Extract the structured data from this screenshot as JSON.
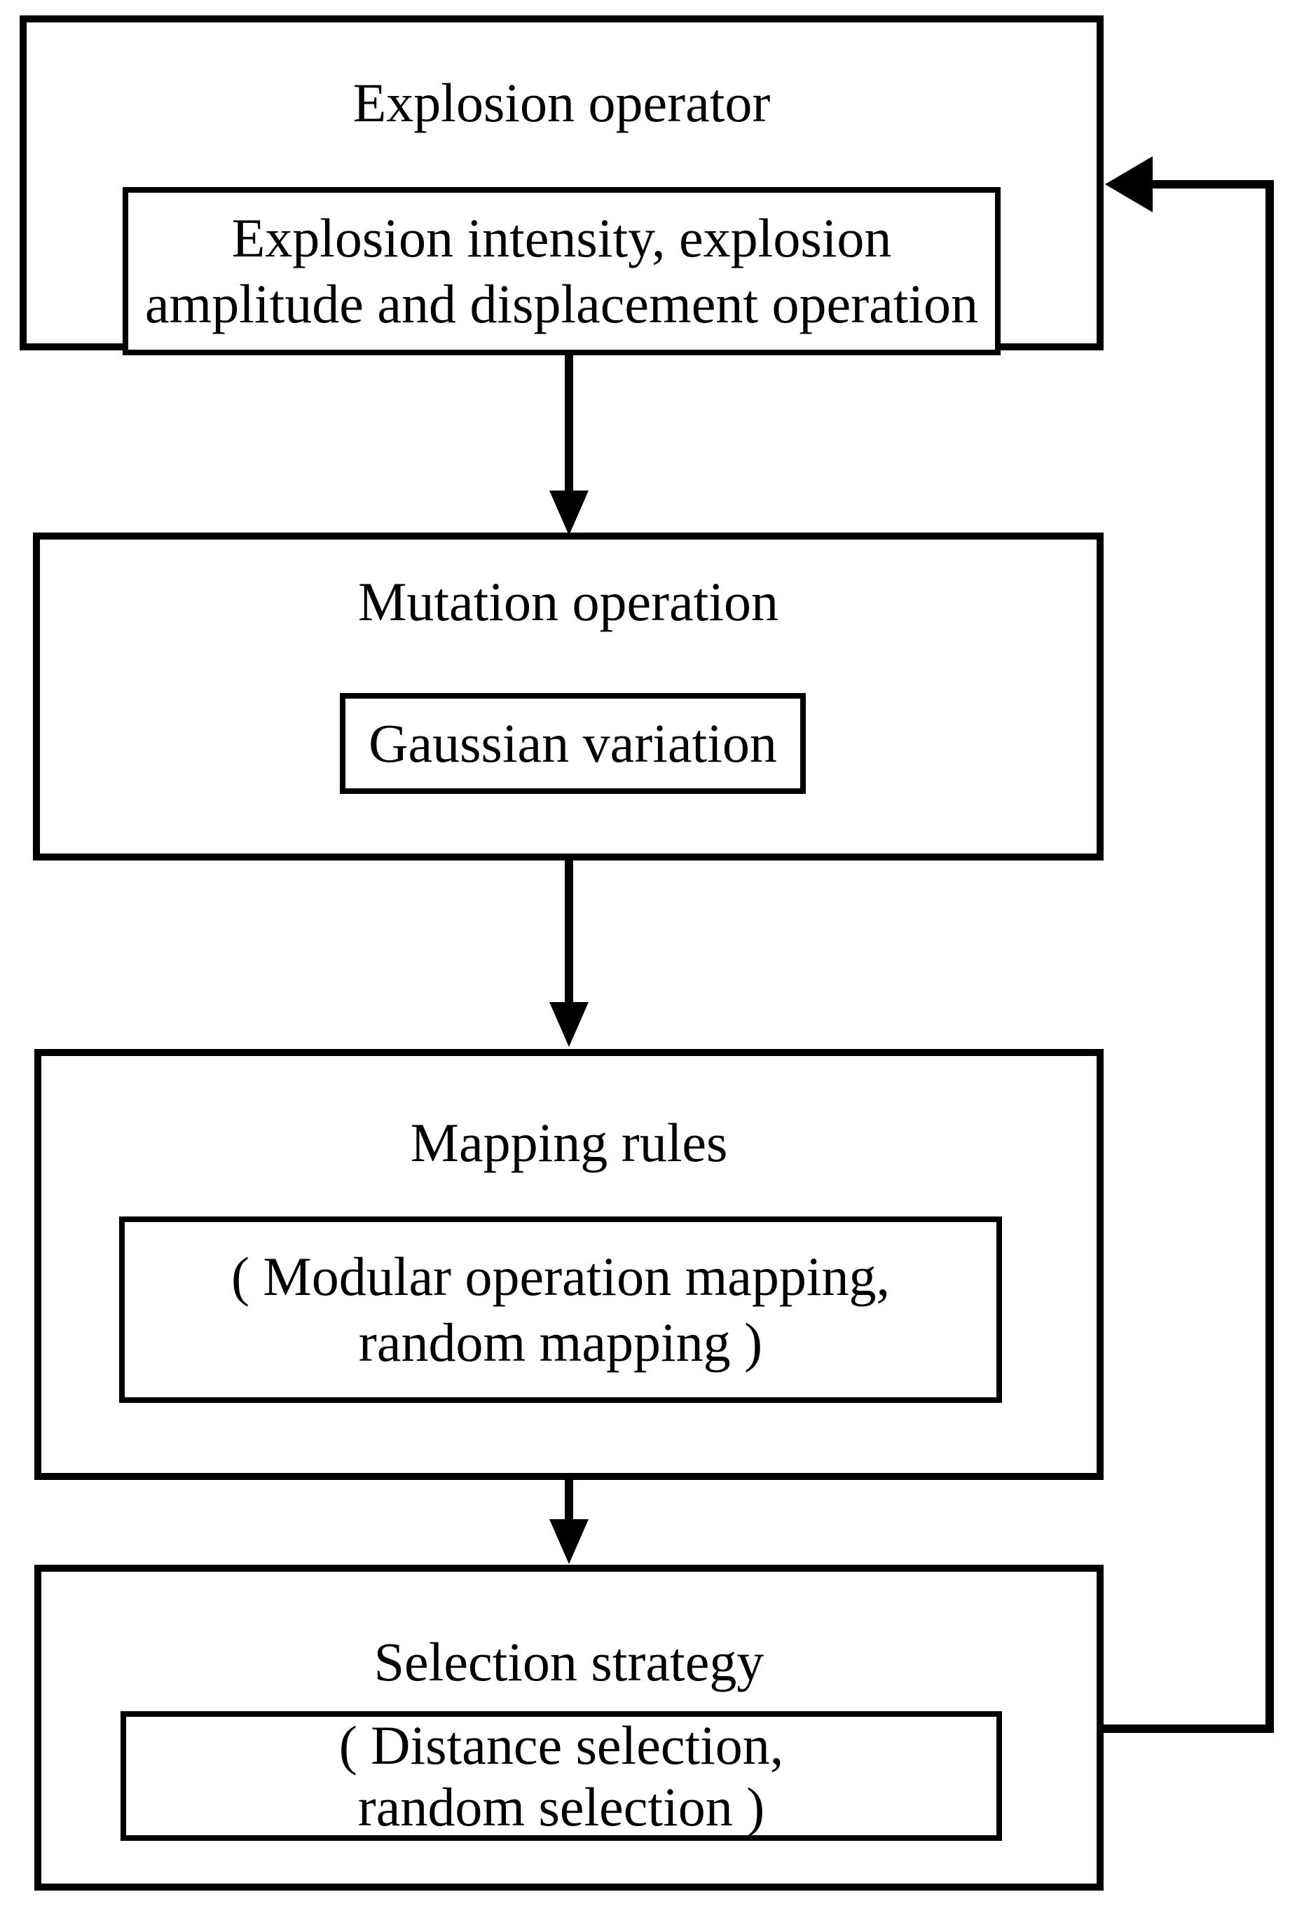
{
  "diagram": {
    "type": "flowchart",
    "boxes": [
      {
        "id": "explosion-operator",
        "title": "Explosion operator",
        "sub_lines": [
          "Explosion intensity, explosion",
          "amplitude and displacement operation"
        ]
      },
      {
        "id": "mutation-operation",
        "title": "Mutation operation",
        "sub_lines": [
          "Gaussian variation"
        ]
      },
      {
        "id": "mapping-rules",
        "title": "Mapping rules",
        "sub_lines": [
          "（Modular operation mapping、",
          "random mapping）"
        ]
      },
      {
        "id": "selection-strategy",
        "title": "Selection strategy",
        "sub_lines": [
          "（Distance selection、",
          "random selection）"
        ]
      }
    ],
    "connections": [
      {
        "from": "explosion-operator",
        "to": "mutation-operation",
        "style": "arrow-down"
      },
      {
        "from": "mutation-operation",
        "to": "mapping-rules",
        "style": "arrow-down"
      },
      {
        "from": "mapping-rules",
        "to": "selection-strategy",
        "style": "arrow-down"
      },
      {
        "from": "selection-strategy",
        "to": "explosion-operator",
        "style": "feedback-loop-right-side"
      }
    ]
  },
  "colors": {
    "line": "#000000",
    "background": "#ffffff"
  },
  "display_substitutions": {
    "（": "( ",
    "）": " )",
    "、": ","
  }
}
